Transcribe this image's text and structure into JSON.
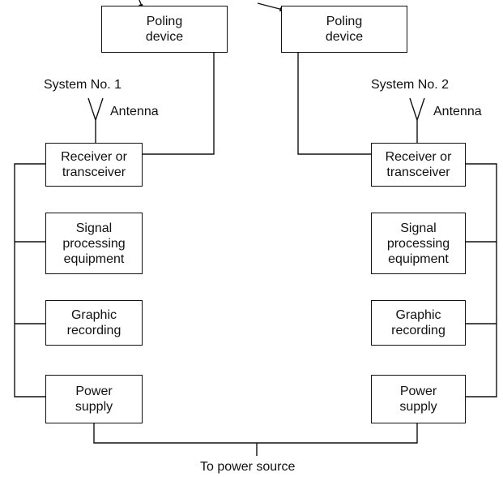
{
  "system1": {
    "poling_device": "Poling\ndevice",
    "system_label": "System No. 1",
    "antenna_label": "Antenna",
    "receiver": "Receiver or\ntransceiver",
    "signal_processing": "Signal\nprocessing\nequipment",
    "graphic_recording": "Graphic\nrecording",
    "power_supply": "Power\nsupply"
  },
  "system2": {
    "poling_device": "Poling\ndevice",
    "system_label": "System No. 2",
    "antenna_label": "Antenna",
    "receiver": "Receiver or\ntransceiver",
    "signal_processing": "Signal\nprocessing\nequipment",
    "graphic_recording": "Graphic\nrecording",
    "power_supply": "Power\nsupply"
  },
  "power_source_label": "To power source"
}
